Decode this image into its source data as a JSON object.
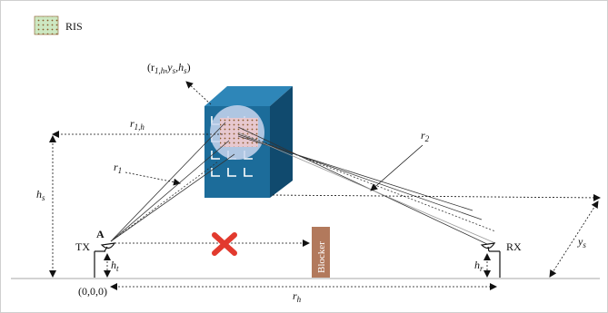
{
  "legend": {
    "label": "RIS",
    "icon": "ris-grid-icon"
  },
  "labels": {
    "ris_coord": "(r",
    "ris_coord_sub1": "1,h",
    "ris_coord_mid": ",y",
    "ris_coord_sub2": "s",
    "ris_coord_mid2": ",h",
    "ris_coord_sub3": "s",
    "ris_coord_end": ")",
    "r1h_main": "r",
    "r1h_sub": "1,h",
    "r1_main": "r",
    "r1_sub": "1",
    "r2_main": "r",
    "r2_sub": "2",
    "hs_main": "h",
    "hs_sub": "s",
    "ht_main": "h",
    "ht_sub": "t",
    "hr_main": "h",
    "hr_sub": "r",
    "ys_main": "y",
    "ys_sub": "s",
    "rh_main": "r",
    "rh_sub": "h",
    "point_a": "A",
    "tx": "TX",
    "rx": "RX",
    "origin": "(0,0,0)",
    "blocker": "Blocker"
  },
  "colors": {
    "building_front": "#1c6c9a",
    "building_side": "#104a6e",
    "building_top": "#2e86b8",
    "ris_dots": "#8b5a2b",
    "ris_bg": "#cde8c2",
    "blocker": "#b2795c",
    "cross": "#e23a2e",
    "ground": "#b9b9b9"
  }
}
